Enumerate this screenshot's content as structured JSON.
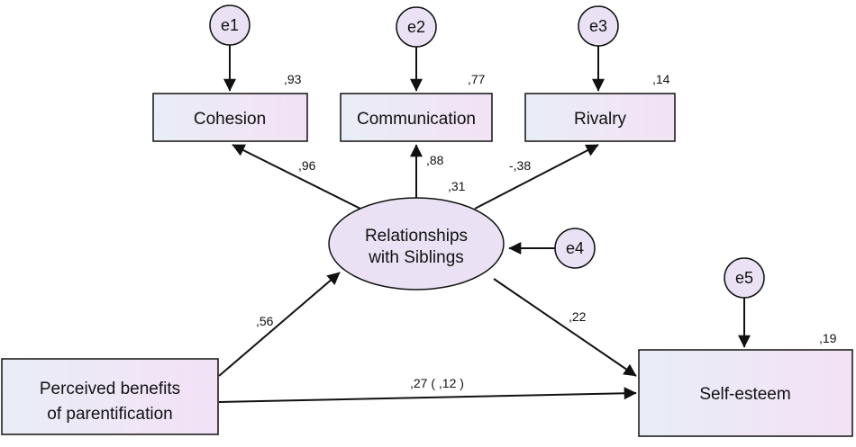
{
  "nodes": {
    "cohesion": {
      "label": "Cohesion",
      "r2": ",93"
    },
    "communication": {
      "label": "Communication",
      "r2": ",77"
    },
    "rivalry": {
      "label": "Rivalry",
      "r2": ",14"
    },
    "relationships": {
      "line1": "Relationships",
      "line2": "with Siblings",
      "r2": ",31"
    },
    "perceived": {
      "line1": "Perceived benefits",
      "line2": "of parentification"
    },
    "self_esteem": {
      "label": "Self-esteem",
      "r2": ",19"
    }
  },
  "errors": {
    "e1": "e1",
    "e2": "e2",
    "e3": "e3",
    "e4": "e4",
    "e5": "e5"
  },
  "paths": {
    "rel_cohesion": ",96",
    "rel_communication": ",88",
    "rel_rivalry": "-,38",
    "perceived_rel": ",56",
    "rel_self": ",22",
    "perceived_self": ",27 ( ,12 )"
  },
  "colors": {
    "box_fill_start": "#e9edf6",
    "box_fill_end": "#f3e1f6",
    "error_fill": "#eae2f4",
    "ellipse_fill": "#eae2f4",
    "line": "#111111"
  }
}
